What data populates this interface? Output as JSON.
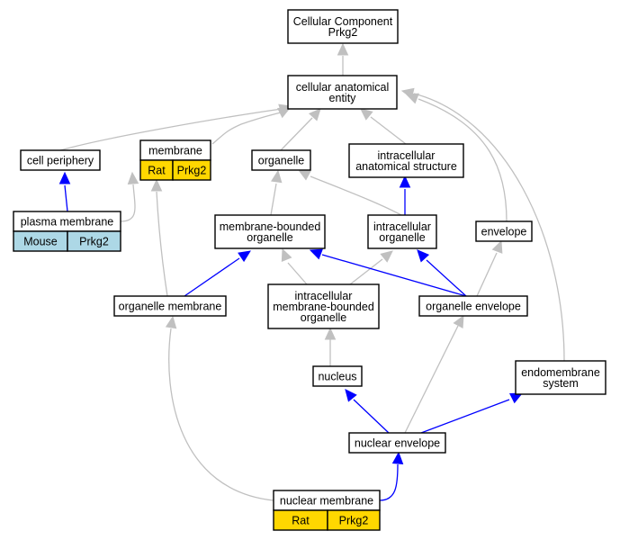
{
  "colors": {
    "edge_gray": "#c0c0c0",
    "edge_blue": "#0000ff",
    "rat_fill": "#ffd700",
    "mouse_fill": "#add8e6"
  },
  "nodes": {
    "cc_root": {
      "lines": [
        "Cellular Component",
        "Prkg2"
      ]
    },
    "cae": {
      "lines": [
        "cellular anatomical",
        "entity"
      ]
    },
    "cell_periphery": {
      "lines": [
        "cell periphery"
      ]
    },
    "membrane": {
      "lines": [
        "membrane"
      ],
      "annot": {
        "species": "Rat",
        "gene": "Prkg2"
      }
    },
    "organelle": {
      "lines": [
        "organelle"
      ]
    },
    "ias": {
      "lines": [
        "intracellular",
        "anatomical structure"
      ]
    },
    "plasma_membrane": {
      "lines": [
        "plasma membrane"
      ],
      "annot": {
        "species": "Mouse",
        "gene": "Prkg2"
      }
    },
    "mbo": {
      "lines": [
        "membrane-bounded",
        "organelle"
      ]
    },
    "io": {
      "lines": [
        "intracellular",
        "organelle"
      ]
    },
    "envelope": {
      "lines": [
        "envelope"
      ]
    },
    "organelle_membrane": {
      "lines": [
        "organelle membrane"
      ]
    },
    "imbo": {
      "lines": [
        "intracellular",
        "membrane-bounded",
        "organelle"
      ]
    },
    "organelle_envelope": {
      "lines": [
        "organelle envelope"
      ]
    },
    "nucleus": {
      "lines": [
        "nucleus"
      ]
    },
    "endomembrane": {
      "lines": [
        "endomembrane",
        "system"
      ]
    },
    "nuclear_envelope": {
      "lines": [
        "nuclear envelope"
      ]
    },
    "nuclear_membrane": {
      "lines": [
        "nuclear membrane"
      ],
      "annot": {
        "species": "Rat",
        "gene": "Prkg2"
      }
    }
  },
  "edges": [
    {
      "from": "cae",
      "to": "cc_root",
      "type": "is_a"
    },
    {
      "from": "cell_periphery",
      "to": "cae",
      "type": "is_a"
    },
    {
      "from": "membrane",
      "to": "cae",
      "type": "is_a"
    },
    {
      "from": "organelle",
      "to": "cae",
      "type": "is_a"
    },
    {
      "from": "ias",
      "to": "cae",
      "type": "is_a"
    },
    {
      "from": "envelope",
      "to": "cae",
      "type": "is_a"
    },
    {
      "from": "endomembrane",
      "to": "cae",
      "type": "is_a"
    },
    {
      "from": "plasma_membrane",
      "to": "cell_periphery",
      "type": "part_of"
    },
    {
      "from": "plasma_membrane",
      "to": "membrane",
      "type": "is_a"
    },
    {
      "from": "mbo",
      "to": "organelle",
      "type": "is_a"
    },
    {
      "from": "io",
      "to": "organelle",
      "type": "is_a"
    },
    {
      "from": "io",
      "to": "ias",
      "type": "part_of"
    },
    {
      "from": "organelle_membrane",
      "to": "membrane",
      "type": "is_a"
    },
    {
      "from": "organelle_membrane",
      "to": "mbo",
      "type": "part_of"
    },
    {
      "from": "imbo",
      "to": "mbo",
      "type": "is_a"
    },
    {
      "from": "imbo",
      "to": "io",
      "type": "is_a"
    },
    {
      "from": "organelle_envelope",
      "to": "mbo",
      "type": "part_of"
    },
    {
      "from": "organelle_envelope",
      "to": "io",
      "type": "part_of"
    },
    {
      "from": "organelle_envelope",
      "to": "envelope",
      "type": "is_a"
    },
    {
      "from": "nucleus",
      "to": "imbo",
      "type": "is_a"
    },
    {
      "from": "nuclear_envelope",
      "to": "nucleus",
      "type": "part_of"
    },
    {
      "from": "nuclear_envelope",
      "to": "organelle_envelope",
      "type": "is_a"
    },
    {
      "from": "nuclear_envelope",
      "to": "endomembrane",
      "type": "part_of"
    },
    {
      "from": "nuclear_membrane",
      "to": "organelle_membrane",
      "type": "is_a"
    },
    {
      "from": "nuclear_membrane",
      "to": "nuclear_envelope",
      "type": "part_of"
    }
  ]
}
